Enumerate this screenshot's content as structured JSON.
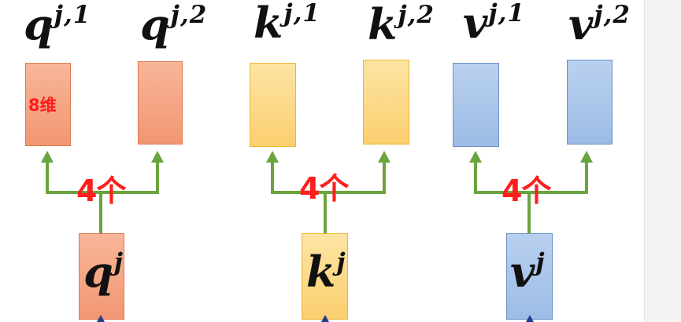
{
  "heads": {
    "q1": {
      "base": "q",
      "sup": "j,1"
    },
    "q2": {
      "base": "q",
      "sup": "j,2"
    },
    "k1": {
      "base": "k",
      "sup": "j,1"
    },
    "k2": {
      "base": "k",
      "sup": "j,2"
    },
    "v1": {
      "base": "v",
      "sup": "j,1"
    },
    "v2": {
      "base": "v",
      "sup": "j,2"
    }
  },
  "inputs": {
    "q": {
      "base": "q",
      "sup": "j"
    },
    "k": {
      "base": "k",
      "sup": "j"
    },
    "v": {
      "base": "v",
      "sup": "j"
    }
  },
  "dim_note": "8维",
  "split_note": "4个",
  "colors": {
    "query": "#f4a482",
    "key": "#fcd98a",
    "value": "#abc6ea",
    "arrow": "#6aa43f",
    "annotation": "#ff1d1d",
    "input_arrow": "#1f3d8f"
  }
}
